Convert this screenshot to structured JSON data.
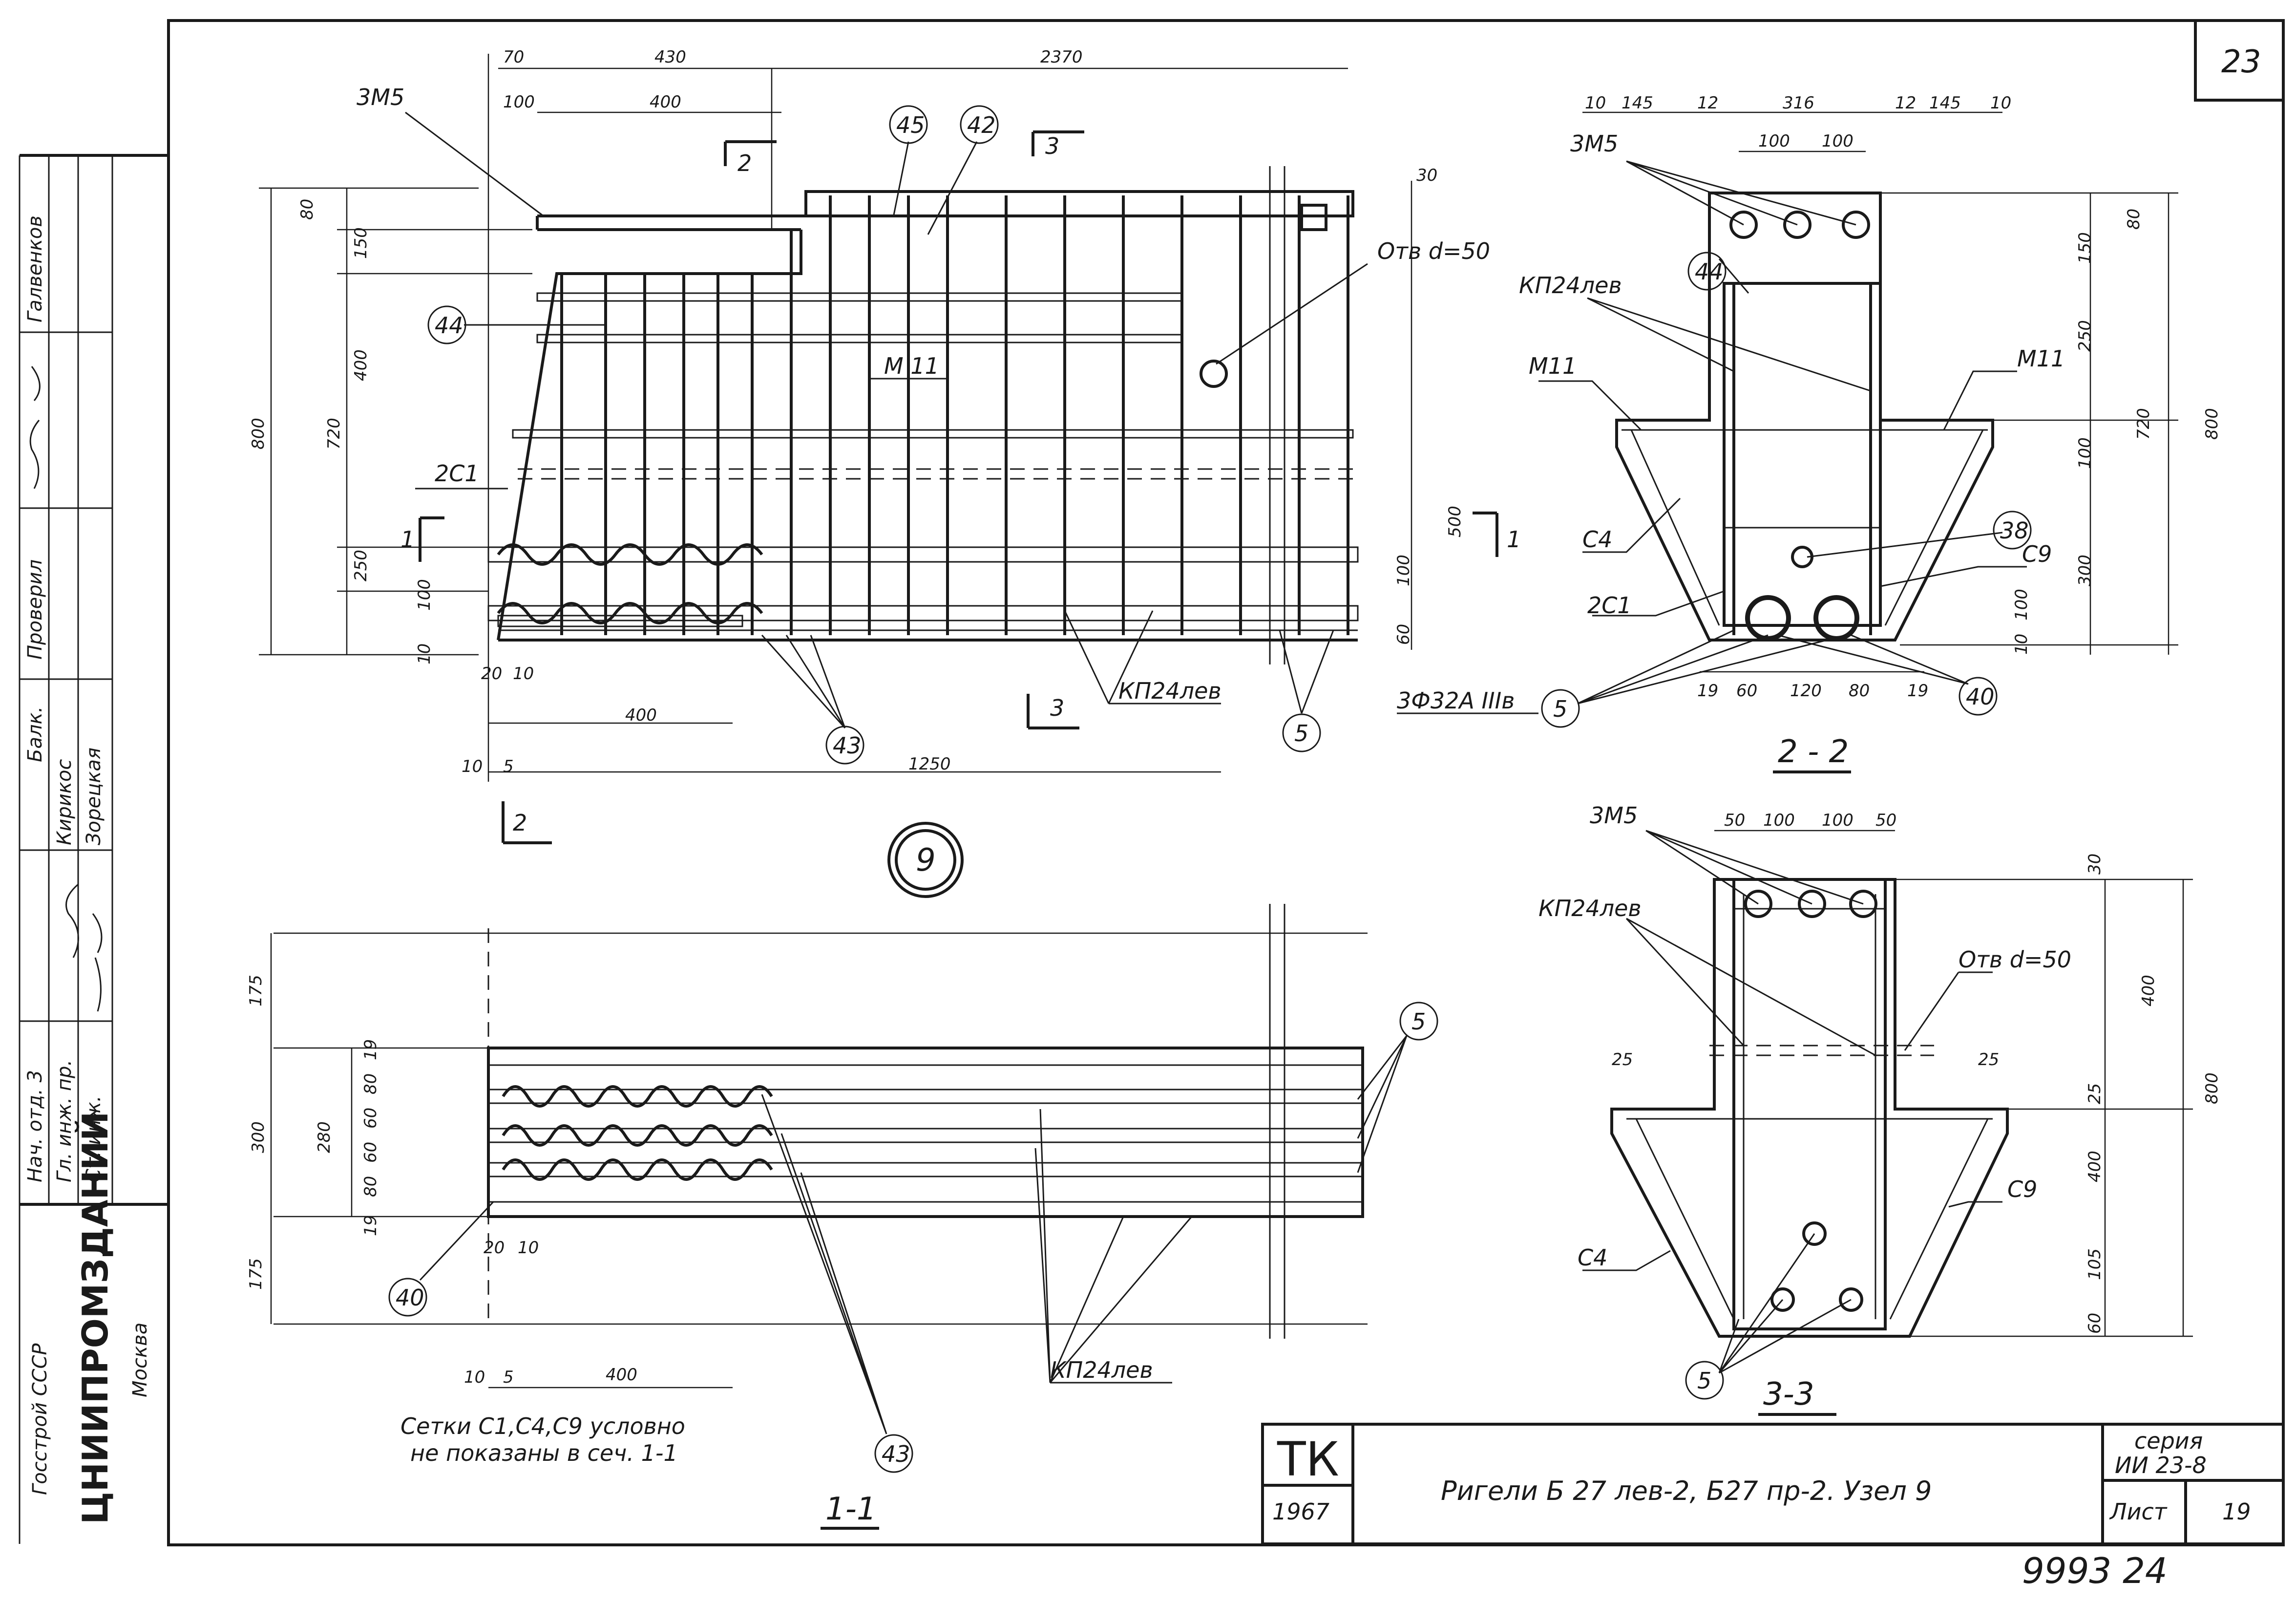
{
  "sheet": {
    "page_number": "23",
    "tk_label": "ТК",
    "tk_year": "1967",
    "title": "Ригели Б 27 лев-2, Б27 пр-2. Узел 9",
    "series_label": "серия",
    "series_value": "ИИ 23-8",
    "sheet_label": "Лист",
    "sheet_number": "19",
    "archive_number": "9993 24",
    "note": "Сетки С1,С4,С9 условно не показаны в сеч. 1-1"
  },
  "stamp": {
    "organization_top": "Госстрой СССР",
    "organization": "ЦНИИПРОМЗДАНИЙ",
    "city": "Москва",
    "roles": [
      "Нач. отд. 3",
      "Гл. инж. пр.",
      "Ст. инж.",
      "Балк.",
      "Проверил"
    ],
    "names": [
      "Кирикос",
      "Зорецкая",
      "Галвенков"
    ]
  },
  "views": {
    "main_label": "9",
    "section_22": "2 - 2",
    "section_33": "3-3",
    "section_11": "1-1"
  },
  "main_view": {
    "dims_top": [
      "70",
      "430",
      "2370",
      "100",
      "400"
    ],
    "dims_left": [
      "80",
      "150",
      "400",
      "250",
      "100",
      "10",
      "800",
      "720"
    ],
    "dims_right": [
      "30",
      "500",
      "100",
      "60"
    ],
    "dims_bottom": [
      "20",
      "10",
      "400",
      "10",
      "5",
      "1250"
    ],
    "labels": [
      "3М5",
      "2С1",
      "М 11",
      "Отв d=50",
      "КП24лев"
    ],
    "callouts": [
      "45",
      "42",
      "44",
      "43",
      "5"
    ],
    "cut_marks": [
      "2",
      "3",
      "1",
      "1",
      "3",
      "2"
    ]
  },
  "section_22": {
    "dims_top": [
      "10",
      "145",
      "12",
      "316",
      "12",
      "145",
      "10",
      "100",
      "100"
    ],
    "dims_right": [
      "80",
      "150",
      "250",
      "100",
      "300",
      "100",
      "10",
      "720",
      "800"
    ],
    "dims_bottom": [
      "19",
      "60",
      "120",
      "80",
      "19"
    ],
    "labels": [
      "3М5",
      "КП24лев",
      "М11",
      "М11",
      "С4",
      "2С1",
      "С9",
      "3Ф32А IIIв"
    ],
    "callouts": [
      "44",
      "38",
      "5",
      "40"
    ]
  },
  "section_33": {
    "dims_top": [
      "50",
      "100",
      "100",
      "50"
    ],
    "dims_right": [
      "30",
      "400",
      "25",
      "400",
      "105",
      "60",
      "800"
    ],
    "dims_side": [
      "25",
      "25"
    ],
    "labels": [
      "3М5",
      "КП24лев",
      "Отв d=50",
      "С9",
      "С4"
    ],
    "callouts": [
      "5"
    ]
  },
  "section_11": {
    "dims_left": [
      "175",
      "300",
      "280",
      "175"
    ],
    "dims_rows": [
      "19",
      "80",
      "60",
      "60",
      "80",
      "19"
    ],
    "dims_bottom": [
      "20",
      "10",
      "10",
      "5",
      "400"
    ],
    "labels": [
      "КП24лев"
    ],
    "callouts": [
      "5",
      "40",
      "43"
    ]
  }
}
